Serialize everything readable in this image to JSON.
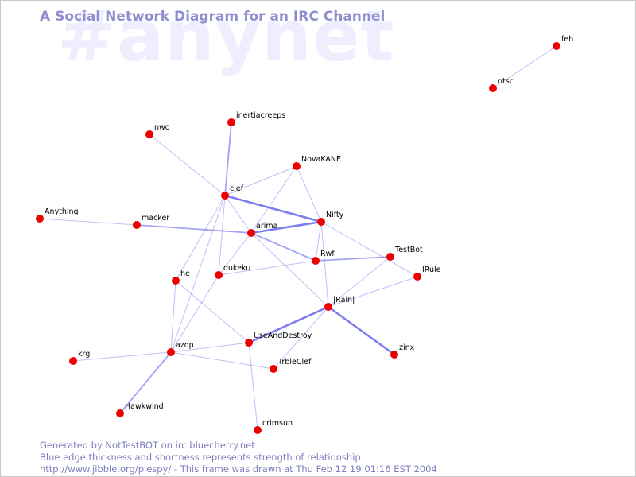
{
  "watermark": "#anynet",
  "title": "A Social Network Diagram for an IRC Channel",
  "footer": {
    "line1": "Generated by NotTestBOT on irc.bluecherry.net",
    "line2": "Blue edge thickness and shortness represents strength of relationship",
    "line3": "http://www.jibble.org/piespy/ - This frame was drawn at Thu Feb 12 19:01:16 EST 2004"
  },
  "colors": {
    "node": "#ee0000",
    "edge": "#6666ee",
    "title": "#8f8fcf",
    "watermark": "#eeeeff",
    "footer": "#7d7dc0"
  },
  "nodes": [
    {
      "id": "feh",
      "label": "feh"
    },
    {
      "id": "ntsc",
      "label": "ntsc"
    },
    {
      "id": "inertiacreeps",
      "label": "inertiacreeps"
    },
    {
      "id": "nwo",
      "label": "nwo"
    },
    {
      "id": "NovaKANE",
      "label": "NovaKANE"
    },
    {
      "id": "clef",
      "label": "clef"
    },
    {
      "id": "Anything",
      "label": "Anything"
    },
    {
      "id": "macker",
      "label": "macker"
    },
    {
      "id": "Nifty",
      "label": "Nifty"
    },
    {
      "id": "arima",
      "label": "arima"
    },
    {
      "id": "TestBot",
      "label": "TestBot"
    },
    {
      "id": "Rwf",
      "label": "Rwf"
    },
    {
      "id": "IRule",
      "label": "IRule"
    },
    {
      "id": "dukeku",
      "label": "dukeku"
    },
    {
      "id": "he",
      "label": "he"
    },
    {
      "id": "Rain",
      "label": "|Rain|"
    },
    {
      "id": "UseAndDestroy",
      "label": "UseAndDestroy"
    },
    {
      "id": "zinx",
      "label": "zinx"
    },
    {
      "id": "azop",
      "label": "azop"
    },
    {
      "id": "krg",
      "label": "krg"
    },
    {
      "id": "TrbleClef",
      "label": "TrbleClef"
    },
    {
      "id": "Hawkwind",
      "label": "Hawkwind"
    },
    {
      "id": "crimsun",
      "label": "crimsun"
    }
  ],
  "edges": [
    {
      "from": "feh",
      "to": "ntsc",
      "strength": 1
    },
    {
      "from": "clef",
      "to": "inertiacreeps",
      "strength": 2
    },
    {
      "from": "clef",
      "to": "nwo",
      "strength": 1
    },
    {
      "from": "clef",
      "to": "NovaKANE",
      "strength": 1
    },
    {
      "from": "clef",
      "to": "Nifty",
      "strength": 3
    },
    {
      "from": "clef",
      "to": "arima",
      "strength": 1
    },
    {
      "from": "clef",
      "to": "dukeku",
      "strength": 1
    },
    {
      "from": "clef",
      "to": "he",
      "strength": 1
    },
    {
      "from": "clef",
      "to": "azop",
      "strength": 1
    },
    {
      "from": "NovaKANE",
      "to": "arima",
      "strength": 1
    },
    {
      "from": "NovaKANE",
      "to": "Nifty",
      "strength": 1
    },
    {
      "from": "Anything",
      "to": "macker",
      "strength": 1
    },
    {
      "from": "macker",
      "to": "arima",
      "strength": 2
    },
    {
      "from": "arima",
      "to": "Nifty",
      "strength": 3
    },
    {
      "from": "arima",
      "to": "Rwf",
      "strength": 2
    },
    {
      "from": "arima",
      "to": "dukeku",
      "strength": 1
    },
    {
      "from": "arima",
      "to": "Rain",
      "strength": 1
    },
    {
      "from": "Nifty",
      "to": "Rwf",
      "strength": 1
    },
    {
      "from": "Nifty",
      "to": "Rain",
      "strength": 1
    },
    {
      "from": "Nifty",
      "to": "IRule",
      "strength": 1
    },
    {
      "from": "Rwf",
      "to": "TestBot",
      "strength": 2
    },
    {
      "from": "Rwf",
      "to": "dukeku",
      "strength": 1
    },
    {
      "from": "TestBot",
      "to": "Rain",
      "strength": 1
    },
    {
      "from": "IRule",
      "to": "Rain",
      "strength": 1
    },
    {
      "from": "Rain",
      "to": "UseAndDestroy",
      "strength": 3
    },
    {
      "from": "Rain",
      "to": "zinx",
      "strength": 3
    },
    {
      "from": "Rain",
      "to": "TrbleClef",
      "strength": 1
    },
    {
      "from": "dukeku",
      "to": "azop",
      "strength": 1
    },
    {
      "from": "he",
      "to": "azop",
      "strength": 1
    },
    {
      "from": "he",
      "to": "UseAndDestroy",
      "strength": 1
    },
    {
      "from": "UseAndDestroy",
      "to": "azop",
      "strength": 1
    },
    {
      "from": "UseAndDestroy",
      "to": "crimsun",
      "strength": 1
    },
    {
      "from": "azop",
      "to": "krg",
      "strength": 1
    },
    {
      "from": "azop",
      "to": "TrbleClef",
      "strength": 1
    },
    {
      "from": "azop",
      "to": "Hawkwind",
      "strength": 2
    }
  ]
}
